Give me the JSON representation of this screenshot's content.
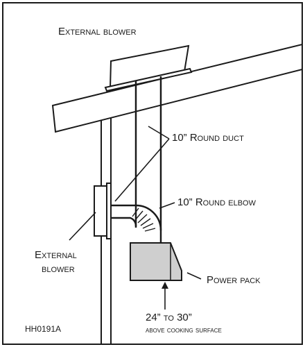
{
  "labels": {
    "external_blower_top": "External blower",
    "round_duct": "10” Round duct",
    "round_elbow": "10” Round elbow",
    "external_blower_side_line1": "External",
    "external_blower_side_line2": "blower",
    "power_pack": "Power pack",
    "height_line1": "24” to 30”",
    "height_line2": "above cooking surface",
    "figure_code": "HH0191A"
  },
  "colors": {
    "line": "#1a1a1a",
    "power_pack_fill": "#cfcfcf",
    "background": "#ffffff"
  }
}
